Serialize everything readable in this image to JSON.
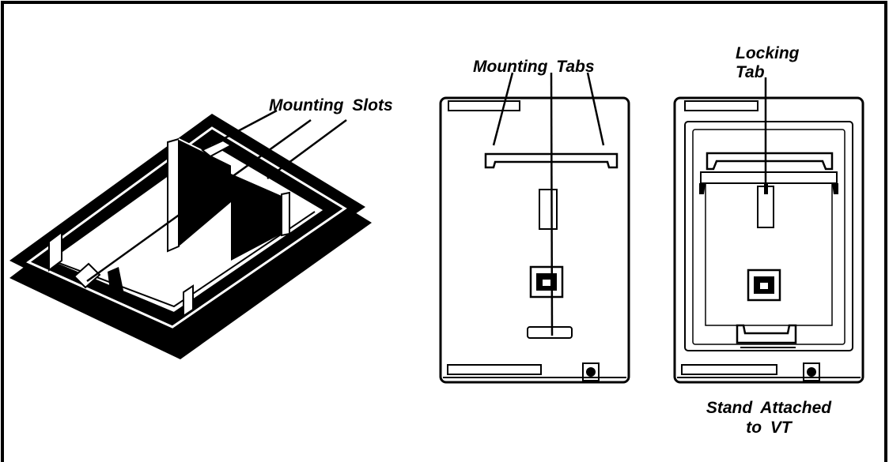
{
  "labels": {
    "mounting_slots": "Mounting Slots",
    "mounting_tabs": "Mounting Tabs",
    "locking_tab_line1": "Locking",
    "locking_tab_line2": "Tab",
    "stand_attached_line1": "Stand Attached",
    "stand_attached_line2": "to VT"
  },
  "colors": {
    "ink": "#000000",
    "paper": "#ffffff"
  }
}
